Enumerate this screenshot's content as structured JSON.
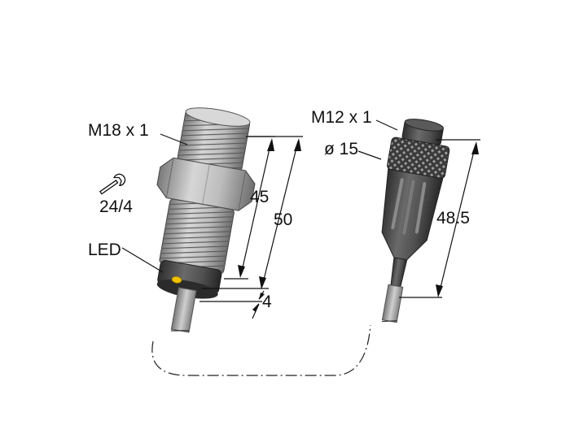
{
  "labels": {
    "sensor_thread": "M18 x 1",
    "wrench_size": "24/4",
    "led": "LED",
    "dim_45": "45",
    "dim_50": "50",
    "dim_4": "4",
    "connector_thread": "M12 x 1",
    "connector_diameter": "ø 15",
    "dim_48_5": "48.5"
  },
  "colors": {
    "body_light": "#b3b3b3",
    "body_dark": "#6b6b6b",
    "connector_dark": "#4a4a4a",
    "led": "#f2c200",
    "line": "#111111"
  },
  "icons": [
    "wrench-icon"
  ]
}
